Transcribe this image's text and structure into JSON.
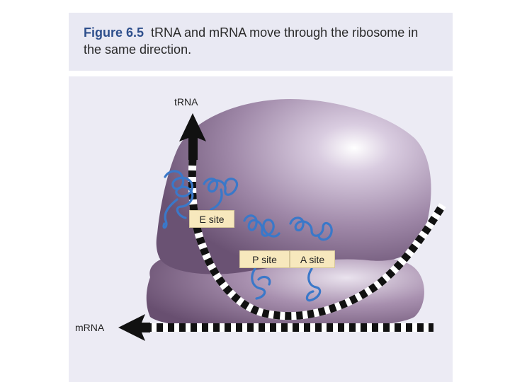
{
  "caption": {
    "figure_number": "Figure 6.5",
    "text": "tRNA and mRNA move through the ribosome in the same direction."
  },
  "labels": {
    "trna": "tRNA",
    "mrna": "mRNA",
    "e_site": "E site",
    "p_site": "P site",
    "a_site": "A site"
  },
  "colors": {
    "ribosome": "#9d86a5",
    "trna_strand": "#3a78c9",
    "site_box": "#f7e8bd",
    "figure_title": "#2e4f8c"
  }
}
